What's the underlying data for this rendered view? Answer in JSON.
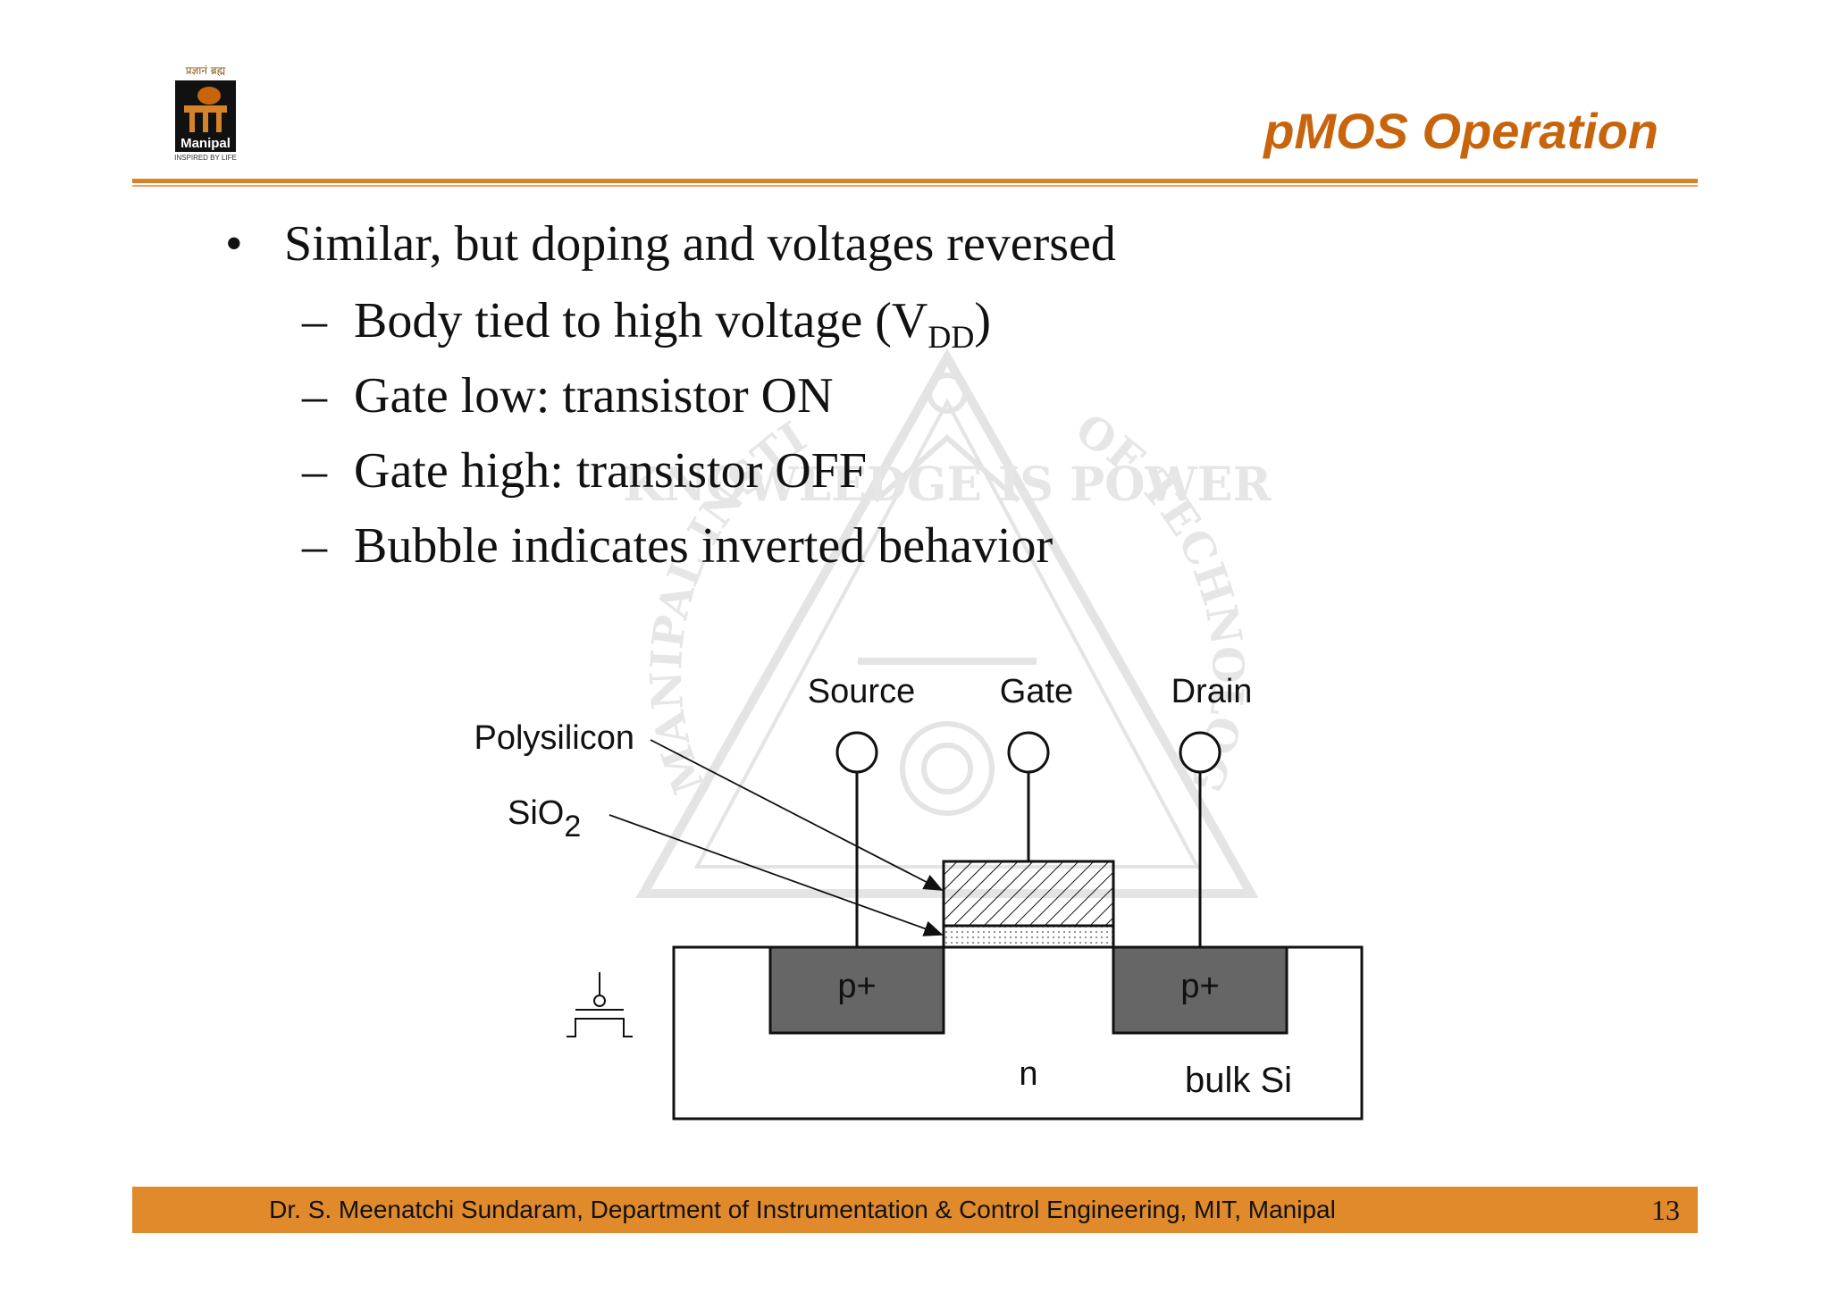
{
  "logo": {
    "sanskrit": "प्रज्ञानं ब्रह्म",
    "name": "Manipal",
    "tagline": "INSPIRED BY LIFE"
  },
  "slide": {
    "title": "pMOS Operation",
    "bullet_main": "Similar, but doping and voltages reversed",
    "sub_bullets": [
      {
        "text": "Body tied to high voltage (V",
        "sub": "DD",
        "tail": ")"
      },
      {
        "text": "Gate low: transistor ON",
        "sub": "",
        "tail": ""
      },
      {
        "text": "Gate high: transistor OFF",
        "sub": "",
        "tail": ""
      },
      {
        "text": "Bubble indicates inverted behavior",
        "sub": "",
        "tail": ""
      }
    ],
    "bullet_symbol": "•",
    "dash_symbol": "–"
  },
  "diagram": {
    "terminal_source": "Source",
    "terminal_gate": "Gate",
    "terminal_drain": "Drain",
    "label_polysilicon": "Polysilicon",
    "label_sio2_main": "SiO",
    "label_sio2_sub": "2",
    "region_left": "p+",
    "region_right": "p+",
    "substrate": "n",
    "bulk": "bulk Si"
  },
  "watermark": {
    "motto": "KNOWLEDGE IS POWER",
    "institute_left": "MANIPAL INSTITUTE",
    "institute_right": "OF TECHNOLOGY"
  },
  "footer": {
    "text": "Dr. S. Meenatchi Sundaram, Department of Instrumentation & Control Engineering, MIT, Manipal",
    "page_number": "13"
  },
  "colors": {
    "accent": "#c8650c",
    "footer_bar": "#e08a2c",
    "diffusion": "#666666"
  }
}
